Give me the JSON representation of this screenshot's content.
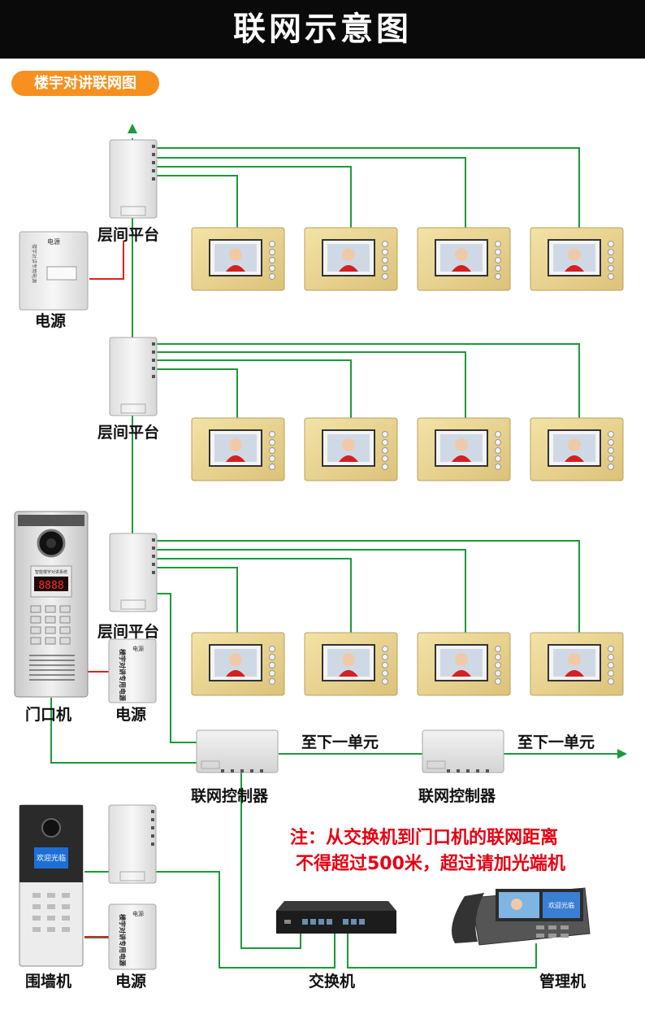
{
  "header": {
    "title": "联网示意图"
  },
  "badge": {
    "label": "楼宇对讲联网图"
  },
  "labels": {
    "floor_platform": "层间平台",
    "power": "电源",
    "door_unit": "门口机",
    "network_controller": "联网控制器",
    "to_next_unit": "至下一单元",
    "fence_unit": "围墙机",
    "switch": "交换机",
    "manager": "管理机"
  },
  "devices": {
    "power_box_text": "电源",
    "power_box_vertical": "楼宇对讲专用电源",
    "door_panel_header": "智能楼宇对讲系统",
    "door_panel_display": "8888",
    "fence_screen_text": "欢迎光临",
    "manager_screen_text": "欢迎光临"
  },
  "note": {
    "line1": "注：从交换机到门口机的联网距离",
    "line2": "不得超过500米，超过请加光端机"
  },
  "colors": {
    "wire_green": "#1a9a3a",
    "wire_red": "#e02020",
    "accent": "#f7901e"
  }
}
